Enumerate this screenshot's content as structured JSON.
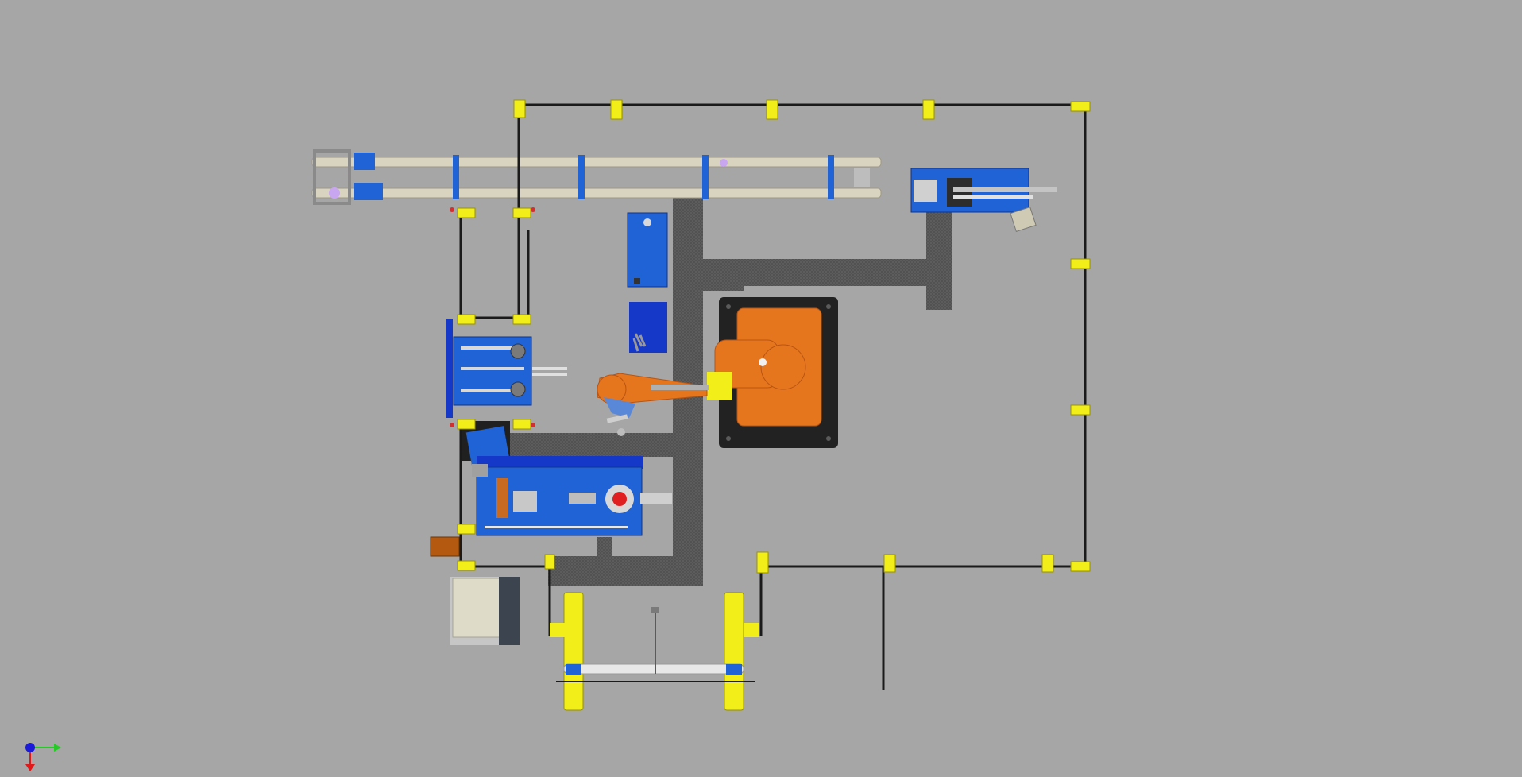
{
  "viewport": {
    "kind": "3d-cad-top-view",
    "background": "#a6a6a6"
  },
  "colors": {
    "fence_post": "#f2ee1a",
    "fence_line": "#1a1a1a",
    "structure_blue": "#1f63d6",
    "structure_blue_dark": "#1638c8",
    "robot_orange": "#e5761e",
    "robot_orange_dark": "#b85412",
    "conveyor_rail": "#d8d4c0",
    "frame_dark": "#5a5a5a",
    "robot_base": "#222222",
    "cabinet": "#dedcc8"
  },
  "scene_objects": [
    "safety-fence",
    "conveyor",
    "linear-axis-module",
    "robot-arm",
    "robot-base-plate",
    "gripper-station",
    "workpiece-fixture-table",
    "control-cabinet",
    "roller-stand",
    "steel-frame"
  ],
  "triad": {
    "icons": [
      "z-axis-icon",
      "y-axis-icon",
      "x-axis-icon"
    ],
    "z_color": "#1a1ad8",
    "y_color": "#22cc22",
    "x_color": "#e01818"
  }
}
